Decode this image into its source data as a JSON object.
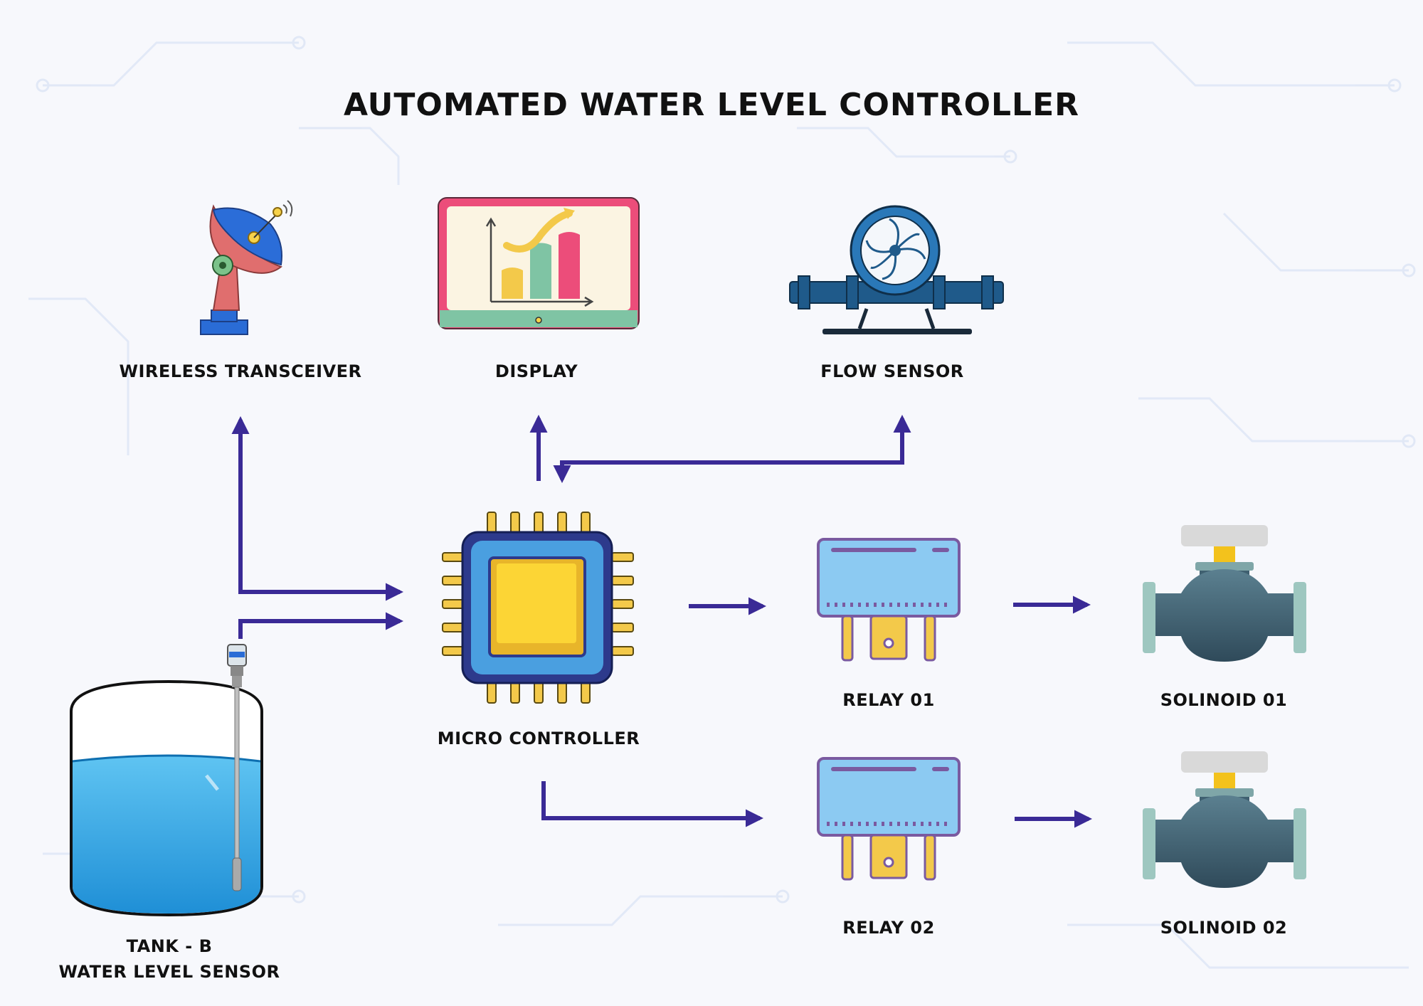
{
  "title": "AUTOMATED WATER LEVEL CONTROLLER",
  "nodes": {
    "wireless_transceiver": "WIRELESS TRANSCEIVER",
    "display": "DISPLAY",
    "flow_sensor": "FLOW SENSOR",
    "micro_controller": "MICRO CONTROLLER",
    "relay_01": "RELAY 01",
    "relay_02": "RELAY 02",
    "solenoid_01": "SOLINOID 01",
    "solenoid_02": "SOLINOID 02",
    "tank_line1": "TANK - B",
    "tank_line2": "WATER LEVEL SENSOR"
  },
  "colors": {
    "background": "#f7f8fc",
    "circuit_trace": "#dde6f5",
    "arrow": "#3a2a96",
    "water": "#2fa4e3",
    "chip_outer": "#2d3a8c",
    "chip_core": "#fcd535",
    "relay_body": "#8ccaf2",
    "valve_body": "#3f6070"
  },
  "icons": {
    "wireless_transceiver": "satellite-dish-icon",
    "display": "chart-monitor-icon",
    "flow_sensor": "turbine-pipe-icon",
    "micro_controller": "cpu-chip-icon",
    "relay": "relay-icon",
    "solenoid": "valve-icon",
    "tank": "water-tank-icon"
  }
}
